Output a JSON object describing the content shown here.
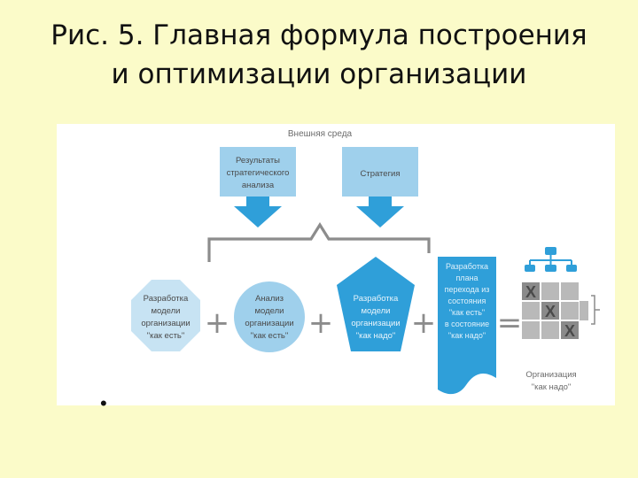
{
  "title": {
    "line1": "Рис. 5. Главная формула построения",
    "line2": "и оптимизации организации"
  },
  "diagram": {
    "environment_label": "Внешняя среда",
    "top_boxes": [
      {
        "lines": [
          "Результаты",
          "стратегического",
          "анализа"
        ]
      },
      {
        "lines": [
          "Стратегия"
        ]
      }
    ],
    "shapes": [
      {
        "lines": [
          "Разработка",
          "модели",
          "организации",
          "\"как есть\""
        ]
      },
      {
        "lines": [
          "Анализ",
          "модели",
          "организации",
          "\"как есть\""
        ]
      },
      {
        "lines": [
          "Разработка",
          "модели",
          "организации",
          "\"как надо\""
        ]
      },
      {
        "lines": [
          "Разработка",
          "плана",
          "перехода из",
          "состояния",
          "\"как есть\"",
          "в состояние",
          "\"как надо\""
        ]
      }
    ],
    "operators": [
      "+",
      "+",
      "+",
      "="
    ],
    "grid_marks": [
      "X",
      "X",
      "X"
    ],
    "result_label": [
      "Организация",
      "\"как надо\""
    ]
  },
  "bullet": "•",
  "colors": {
    "background": "#fbfbc9",
    "blue": "#2f9fd9",
    "light_blue": "#9fd0ec",
    "pale_blue": "#c7e3f3",
    "gray": "#8c8c8c",
    "grid_gray": "#b9b9b9",
    "grid_dark": "#8a8a8a"
  }
}
